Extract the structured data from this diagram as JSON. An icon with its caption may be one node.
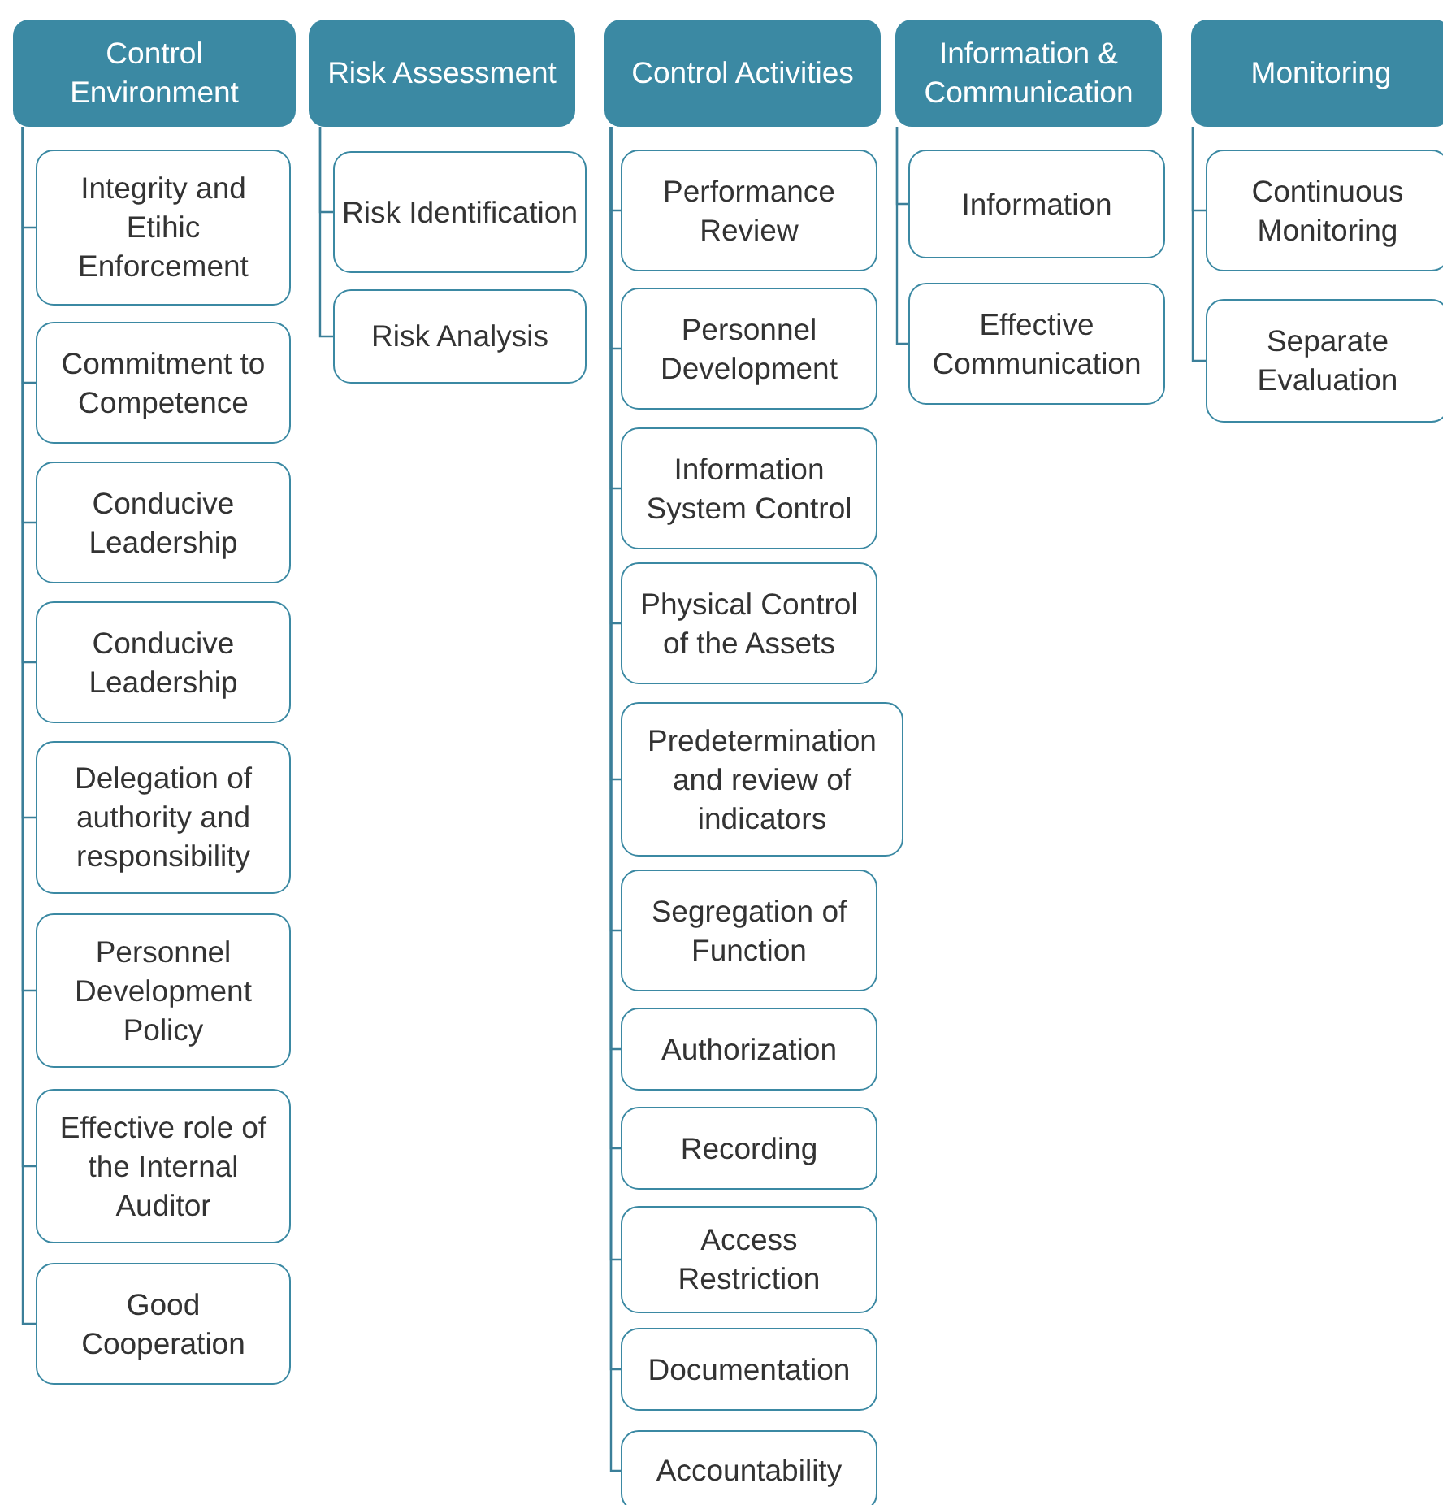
{
  "diagram": {
    "nodes": [
      {
        "text": [
          "Control Environment"
        ]
      },
      {
        "text": [
          "Integrity and Etihic Enforcement"
        ]
      },
      {
        "text": [
          "Commitment to Competence"
        ]
      },
      {
        "text": [
          "Conducive Leadership"
        ]
      },
      {
        "text": [
          "Conducive Leadership"
        ]
      },
      {
        "text": [
          "Delegation of authority and responsibility"
        ]
      },
      {
        "text": [
          "Personnel Development Policy"
        ]
      },
      {
        "text": [
          "Effective role of the Internal Auditor"
        ]
      },
      {
        "text": [
          "Good Cooperation"
        ]
      },
      {
        "text": [
          "Risk Assessment"
        ]
      },
      {
        "text": [
          "Risk Identification"
        ]
      },
      {
        "text": [
          "Risk Analysis"
        ]
      },
      {
        "text": [
          "Control Activities"
        ]
      },
      {
        "text": [
          "Performance Review"
        ]
      },
      {
        "text": [
          "Personnel Development"
        ]
      },
      {
        "text": [
          "Information System Control"
        ]
      },
      {
        "text": [
          "Physical Control of the Assets"
        ]
      },
      {
        "text": [
          "Predetermination and review of indicators"
        ]
      },
      {
        "text": [
          "Segregation of Function"
        ]
      },
      {
        "text": [
          "Authorization"
        ]
      },
      {
        "text": [
          "Recording"
        ]
      },
      {
        "text": [
          "Access Restriction"
        ]
      },
      {
        "text": [
          "Documentation"
        ]
      },
      {
        "text": [
          "Accountability"
        ]
      },
      {
        "text": [
          "Information & Communication"
        ]
      },
      {
        "text": [
          "Information"
        ]
      },
      {
        "text": [
          "Effective Communication"
        ]
      },
      {
        "text": [
          "Monitoring"
        ]
      },
      {
        "text": [
          "Continuous Monitoring"
        ]
      },
      {
        "text": [
          "Separate Evaluation"
        ]
      }
    ],
    "edges": [
      {
        "from": 0,
        "to": 1,
        "arrow": "none"
      },
      {
        "from": 0,
        "to": 2,
        "arrow": "none"
      },
      {
        "from": 0,
        "to": 3,
        "arrow": "none"
      },
      {
        "from": 0,
        "to": 4,
        "arrow": "none"
      },
      {
        "from": 0,
        "to": 5,
        "arrow": "none"
      },
      {
        "from": 0,
        "to": 6,
        "arrow": "none"
      },
      {
        "from": 0,
        "to": 7,
        "arrow": "none"
      },
      {
        "from": 0,
        "to": 8,
        "arrow": "none"
      },
      {
        "from": 9,
        "to": 10,
        "arrow": "none"
      },
      {
        "from": 9,
        "to": 11,
        "arrow": "none"
      },
      {
        "from": 12,
        "to": 13,
        "arrow": "none"
      },
      {
        "from": 12,
        "to": 14,
        "arrow": "none"
      },
      {
        "from": 12,
        "to": 15,
        "arrow": "none"
      },
      {
        "from": 12,
        "to": 16,
        "arrow": "none"
      },
      {
        "from": 12,
        "to": 17,
        "arrow": "none"
      },
      {
        "from": 12,
        "to": 18,
        "arrow": "none"
      },
      {
        "from": 12,
        "to": 19,
        "arrow": "none"
      },
      {
        "from": 12,
        "to": 20,
        "arrow": "none"
      },
      {
        "from": 12,
        "to": 21,
        "arrow": "none"
      },
      {
        "from": 12,
        "to": 22,
        "arrow": "none"
      },
      {
        "from": 12,
        "to": 23,
        "arrow": "none"
      },
      {
        "from": 24,
        "to": 25,
        "arrow": "none"
      },
      {
        "from": 24,
        "to": 26,
        "arrow": "none"
      },
      {
        "from": 27,
        "to": 28,
        "arrow": "none"
      },
      {
        "from": 27,
        "to": 29,
        "arrow": "none"
      }
    ]
  }
}
